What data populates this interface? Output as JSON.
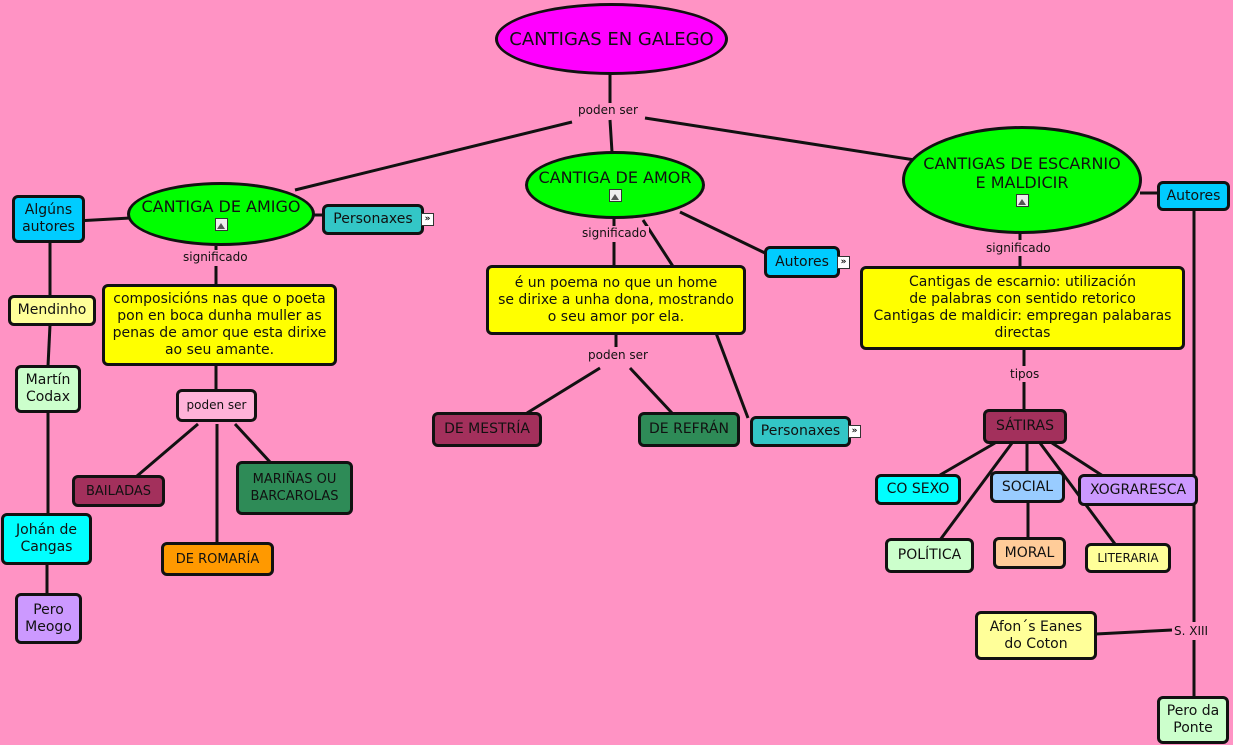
{
  "colors": {
    "background": "#ff93c4",
    "magenta": "#ff00ff",
    "green": "#00ff00",
    "yellow": "#ffff00",
    "cyan": "#00ccff",
    "teal": "#33c6c6",
    "maroon": "#a3305c",
    "darkgreen": "#2e8b57"
  },
  "main_title": "CANTIGAS EN GALEGO",
  "linking": {
    "poden_ser_top": "poden ser",
    "significado_amigo": "significado",
    "significado_amor": "significado",
    "significado_escarnio": "significado",
    "poden_ser_amor": "poden ser",
    "tipos": "tipos",
    "s_xiii": "S. XIII"
  },
  "amigo": {
    "title": "CANTIGA DE AMIGO",
    "personaxes": "Personaxes",
    "autores": "Algúns\nautores",
    "definition": "composicións nas que o poeta\npon en boca dunha muller as\npenas de amor que esta dirixe\nao seu amante.",
    "poden_ser": "poden ser",
    "types": [
      "BAILADAS",
      "DE ROMARÍA",
      "MARIÑAS OU\nBARCAROLAS"
    ],
    "authors": [
      "Mendinho",
      "Martín\nCodax",
      "Johán de\nCangas",
      "Pero\nMeogo"
    ]
  },
  "amor": {
    "title": "CANTIGA DE AMOR",
    "autores": "Autores",
    "personaxes": "Personaxes",
    "definition": "é un poema no que un home\nse dirixe a unha dona, mostrando\no seu amor por ela.",
    "types": [
      "DE MESTRÍA",
      "DE REFRÁN"
    ]
  },
  "escarnio": {
    "title": "CANTIGAS DE ESCARNIO\nE MALDICIR",
    "autores": "Autores",
    "definition": "Cantigas de escarnio: utilización\nde palabras con sentido retorico\nCantigas de maldicir: empregan palabaras\ndirectas",
    "satiras": "SÁTIRAS",
    "types": [
      "CO SEXO",
      "SOCIAL",
      "XOGRARESCA",
      "POLÍTICA",
      "MORAL",
      "LITERARIA"
    ],
    "authors": [
      "Afon´s Eanes\ndo Coton",
      "Pero da\nPonte"
    ]
  }
}
